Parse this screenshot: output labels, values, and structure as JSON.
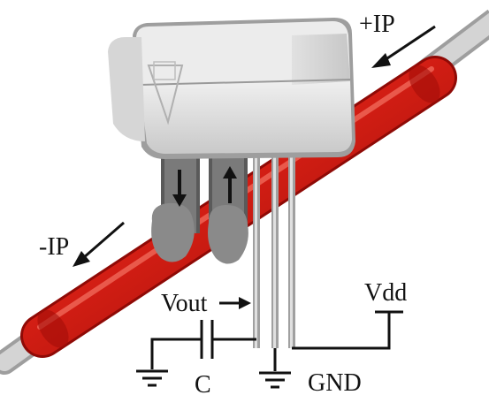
{
  "labels": {
    "plus_ip": "+IP",
    "minus_ip": "-IP",
    "vout": "Vout",
    "vdd": "Vdd",
    "capacitor": "C",
    "ground": "GND"
  },
  "colors": {
    "conductor_red": "#d41e14",
    "conductor_dark": "#9c0c08",
    "wire_bare": "#c8c8c8",
    "sensor_body": "#d9d9d9",
    "sensor_top": "#eeeeee",
    "sensor_shadow": "#b5b5b5",
    "solder_blob": "#8a8a8a",
    "line": "#111111"
  },
  "icons": [
    "current-arrow-icon",
    "ground-icon",
    "capacitor-icon"
  ]
}
